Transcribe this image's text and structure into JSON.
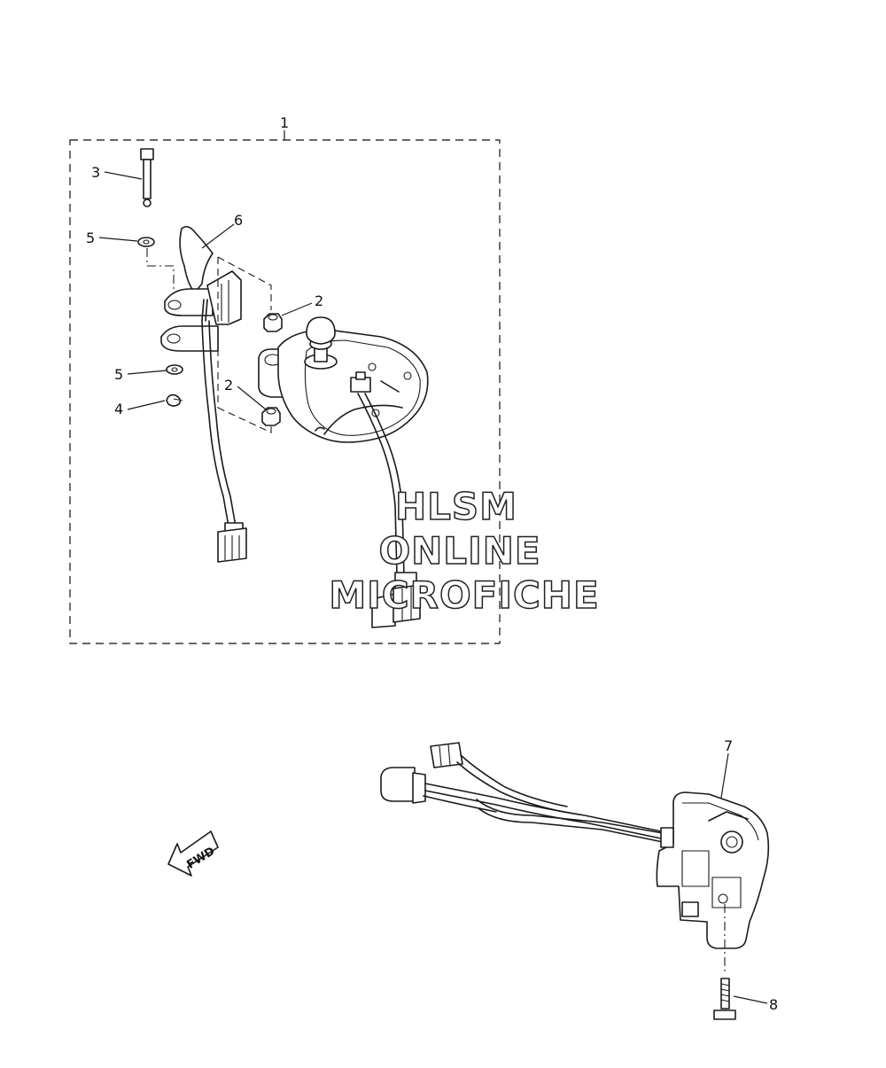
{
  "callouts": {
    "assembly": "1",
    "nut_upper": "2",
    "nut_lower": "2",
    "bolt": "3",
    "clip": "4",
    "washer_upper": "5",
    "washer_lower": "5",
    "lever": "6",
    "switch": "7",
    "screw": "8"
  },
  "watermark": {
    "line1": "HLSM",
    "line2": "ONLINE",
    "line3": "MICROFICHE"
  },
  "fwd_label": "FWD"
}
